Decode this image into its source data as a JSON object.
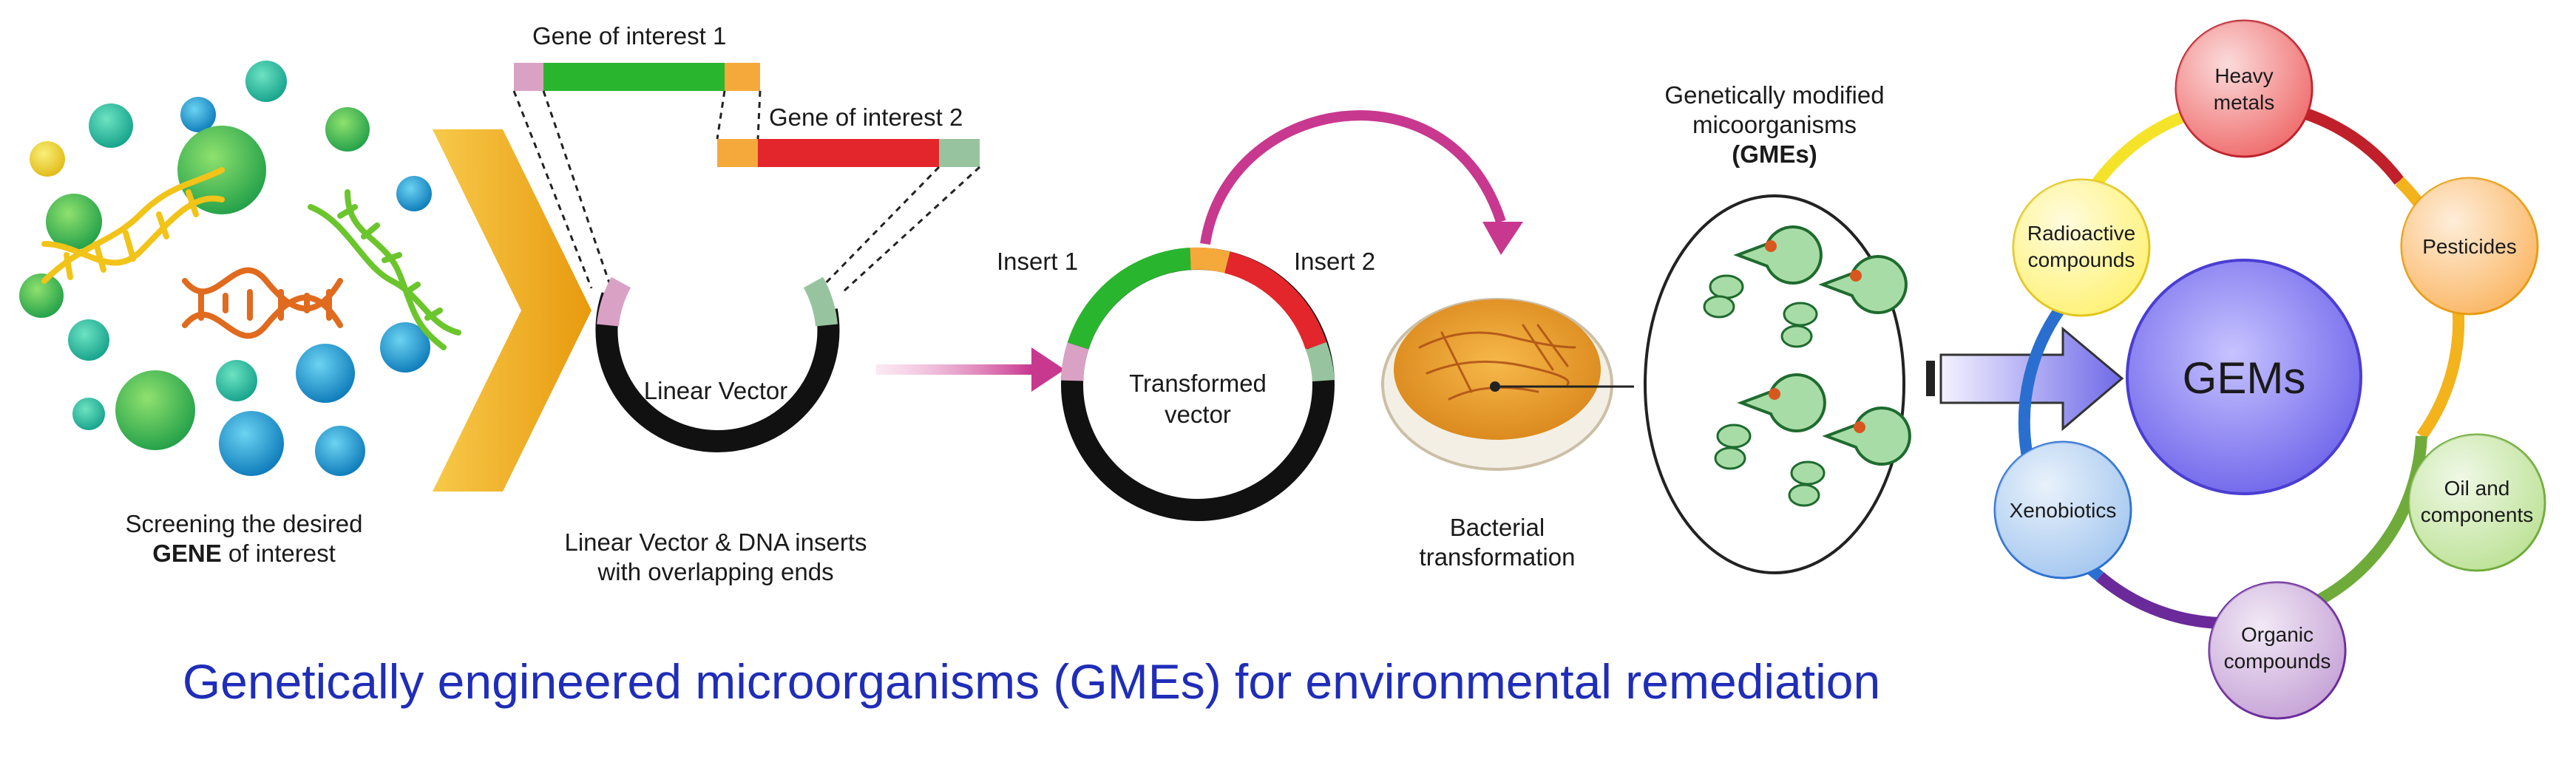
{
  "title": "Genetically engineered microorganisms (GMEs) for environmental remediation",
  "screening": {
    "line1": "Screening the desired",
    "line2_bold": "GENE",
    "line2_rest": " of interest"
  },
  "genes": {
    "gene1": "Gene of interest 1",
    "gene2": "Gene of interest 2"
  },
  "linear_vector": {
    "label": "Linear Vector",
    "caption_line1": "Linear Vector & DNA inserts",
    "caption_line2": "with overlapping ends"
  },
  "transformed": {
    "insert1": "Insert 1",
    "insert2": "Insert 2",
    "line1": "Transformed",
    "line2": "vector"
  },
  "bacterial": {
    "line1": "Bacterial",
    "line2": "transformation"
  },
  "gmo": {
    "line1": "Genetically modified",
    "line2": "micoorganisms",
    "line3": "(GMEs)"
  },
  "hub": {
    "center": "GEMs",
    "nodes": [
      {
        "line1": "Heavy",
        "line2": "metals",
        "color": "#f07070"
      },
      {
        "line1": "Pesticides",
        "line2": "",
        "color": "#fbb96a"
      },
      {
        "line1": "Oil and",
        "line2": "components",
        "color": "#bfe39a"
      },
      {
        "line1": "Organic",
        "line2": "compounds",
        "color": "#c8a6d8"
      },
      {
        "line1": "Xenobiotics",
        "line2": "",
        "color": "#a7c9f0"
      },
      {
        "line1": "Radioactive",
        "line2": "compounds",
        "color": "#fff27a"
      }
    ]
  },
  "colors": {
    "title_blue": "#1f2db8",
    "arrow_magenta": "#c8388f",
    "chevron_gold": "#f3b31c",
    "gene_green": "#2ab52e",
    "gene_red": "#e3262c",
    "gene_orange": "#f6a93b",
    "end_pink": "#d9a2c4",
    "end_sage": "#97c49e"
  }
}
